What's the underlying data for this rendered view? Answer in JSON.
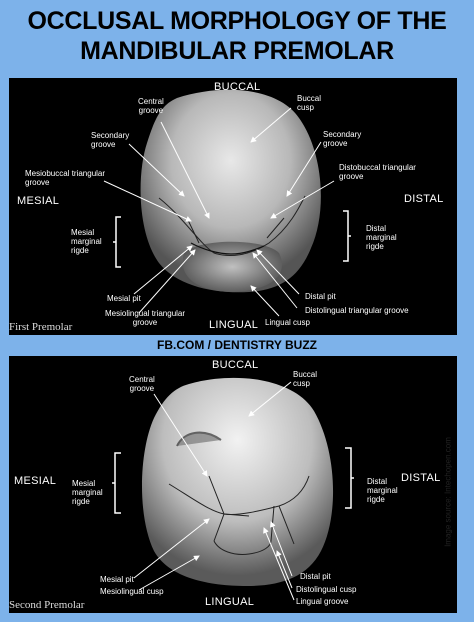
{
  "title_line1": "OCCLUSAL MORPHOLOGY OF THE",
  "title_line2": "MANDIBULAR PREMOLAR",
  "credit": "FB.COM / DENTISTRY BUZZ",
  "source": "Image source: Intechopen.com",
  "first": {
    "caption": "First Premolar",
    "buccal": "BUCCAL",
    "lingual": "LINGUAL",
    "mesial": "MESIAL",
    "distal": "DISTAL",
    "central_groove": [
      "Central",
      "groove"
    ],
    "buccal_cusp": [
      "Buccal",
      "cusp"
    ],
    "secondary_groove_left": [
      "Secondary",
      "groove"
    ],
    "secondary_groove_right": [
      "Secondary",
      "groove"
    ],
    "mesiobuccal": [
      "Mesiobuccal triangular",
      "groove"
    ],
    "distobuccal": [
      "Distobuccal triangular",
      "groove"
    ],
    "mesial_marginal": [
      "Mesial",
      "marginal",
      "rigde"
    ],
    "distal_marginal": [
      "Distal",
      "marginal",
      "rigde"
    ],
    "mesial_pit": "Mesial pit",
    "mesiolingual": [
      "Mesiolingual triangular",
      "groove"
    ],
    "distal_pit": "Distal pit",
    "distolingual": "Distolingual triangular groove",
    "lingual_cusp": "Lingual cusp"
  },
  "second": {
    "caption": "Second Premolar",
    "buccal": "BUCCAL",
    "lingual": "LINGUAL",
    "mesial": "MESIAL",
    "distal": "DISTAL",
    "central_groove": [
      "Central",
      "groove"
    ],
    "buccal_cusp": [
      "Buccal",
      "cusp"
    ],
    "mesial_marginal": [
      "Mesial",
      "marginal",
      "rigde"
    ],
    "distal_marginal": [
      "Distal",
      "marginal",
      "rigde"
    ],
    "mesial_pit": "Mesial pit",
    "mesiolingual_cusp": "Mesiolingual cusp",
    "distal_pit": "Distal pit",
    "distolingual_cusp": "Distolingual cusp",
    "lingual_groove": "Lingual groove"
  }
}
